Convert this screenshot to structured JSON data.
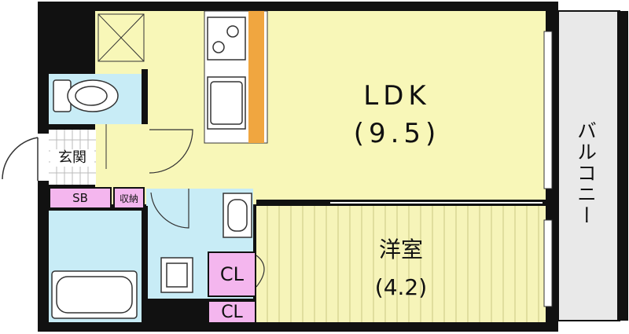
{
  "rooms": {
    "ldk": {
      "name": "LDK",
      "size": "(9.5)"
    },
    "western_room": {
      "name": "洋室",
      "size": "(4.2)"
    },
    "balcony": {
      "name": "バルコニー"
    },
    "entrance": {
      "name": "玄関"
    },
    "shoe_box": {
      "name": "SB"
    },
    "storage": {
      "name": "収納"
    },
    "closet_1": {
      "name": "CL"
    },
    "closet_2": {
      "name": "CL"
    }
  },
  "colors": {
    "ldk": "#f8f7b8",
    "western_room": "#f6f4b9",
    "wet_area": "#c8ecf6",
    "closet": "#f4b6ee",
    "balcony": "#e9e9e9",
    "wall": "#111111",
    "kitchen_counter": "#f0a640"
  }
}
